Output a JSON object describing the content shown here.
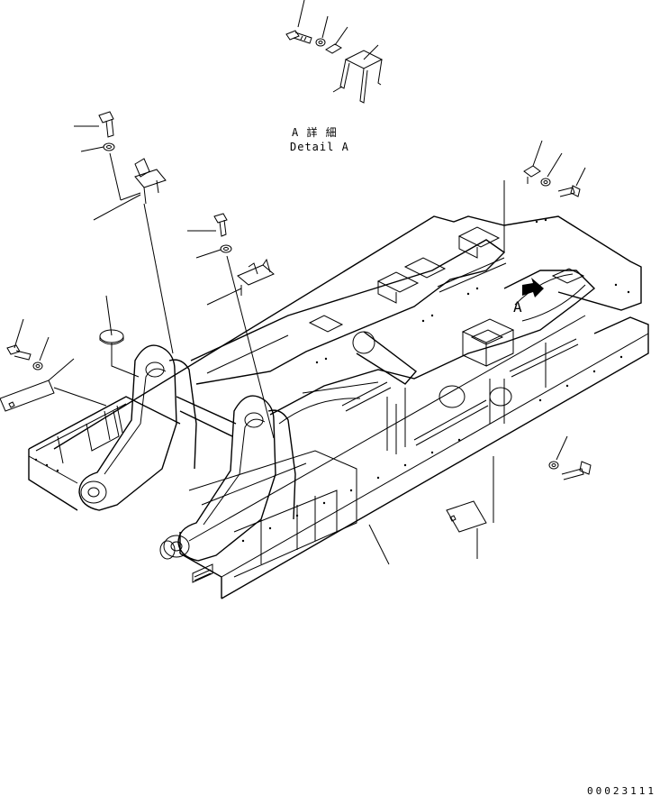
{
  "detail_label": {
    "line1": "A 詳 細",
    "line2": "Detail A"
  },
  "view_marker": "A",
  "drawing_code": "00023111"
}
